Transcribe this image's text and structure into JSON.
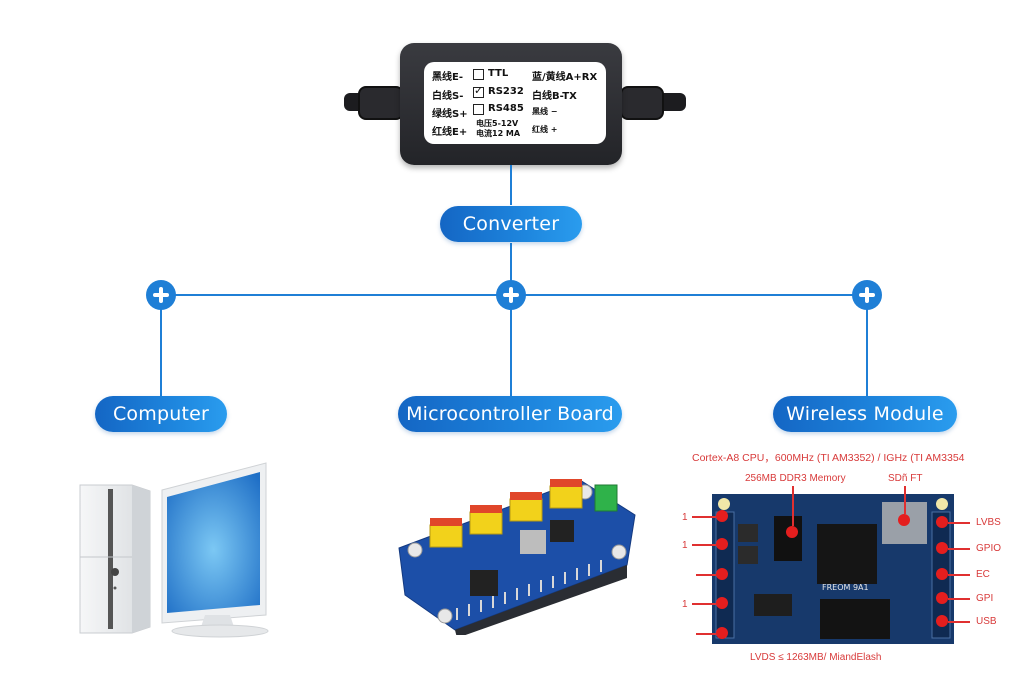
{
  "converter": {
    "title": "Converter",
    "label_left": [
      "黑线E-",
      "白线S-",
      "绿线S+",
      "红线E+"
    ],
    "options": [
      {
        "label": "TTL",
        "checked": false
      },
      {
        "label": "RS232",
        "checked": true
      },
      {
        "label": "RS485",
        "checked": false
      }
    ],
    "specs": [
      "电压5-12V",
      "电流12 MA"
    ],
    "label_right": [
      "蓝/黄线A+RX",
      "白线B-TX",
      "黑线 −",
      "红线 +"
    ],
    "check_mark": "✓"
  },
  "nodes": [
    {
      "id": "computer",
      "label": "Computer"
    },
    {
      "id": "microcontroller",
      "label": "Microcontroller Board"
    },
    {
      "id": "wireless",
      "label": "Wireless Module"
    }
  ],
  "wireless_board": {
    "top_caption": "Cortex-A8 CPU，600MHz (TI AM3352) / IGHz (TI AM3354",
    "memory_label": "256MB DDR3 Memory",
    "sd_label": "SDñ FT",
    "chip_marking": "FREOM 9A1",
    "left_labels": [
      "1",
      "1",
      "",
      "1",
      ""
    ],
    "right_labels": [
      "LVBS",
      "GPIO",
      "EC",
      "GPI",
      "USB"
    ],
    "bottom_caption": "LVDS ≤ 1263MB/ MiandElash"
  },
  "colors": {
    "accent": "#1f7fd6",
    "annotation": "#e03030"
  }
}
